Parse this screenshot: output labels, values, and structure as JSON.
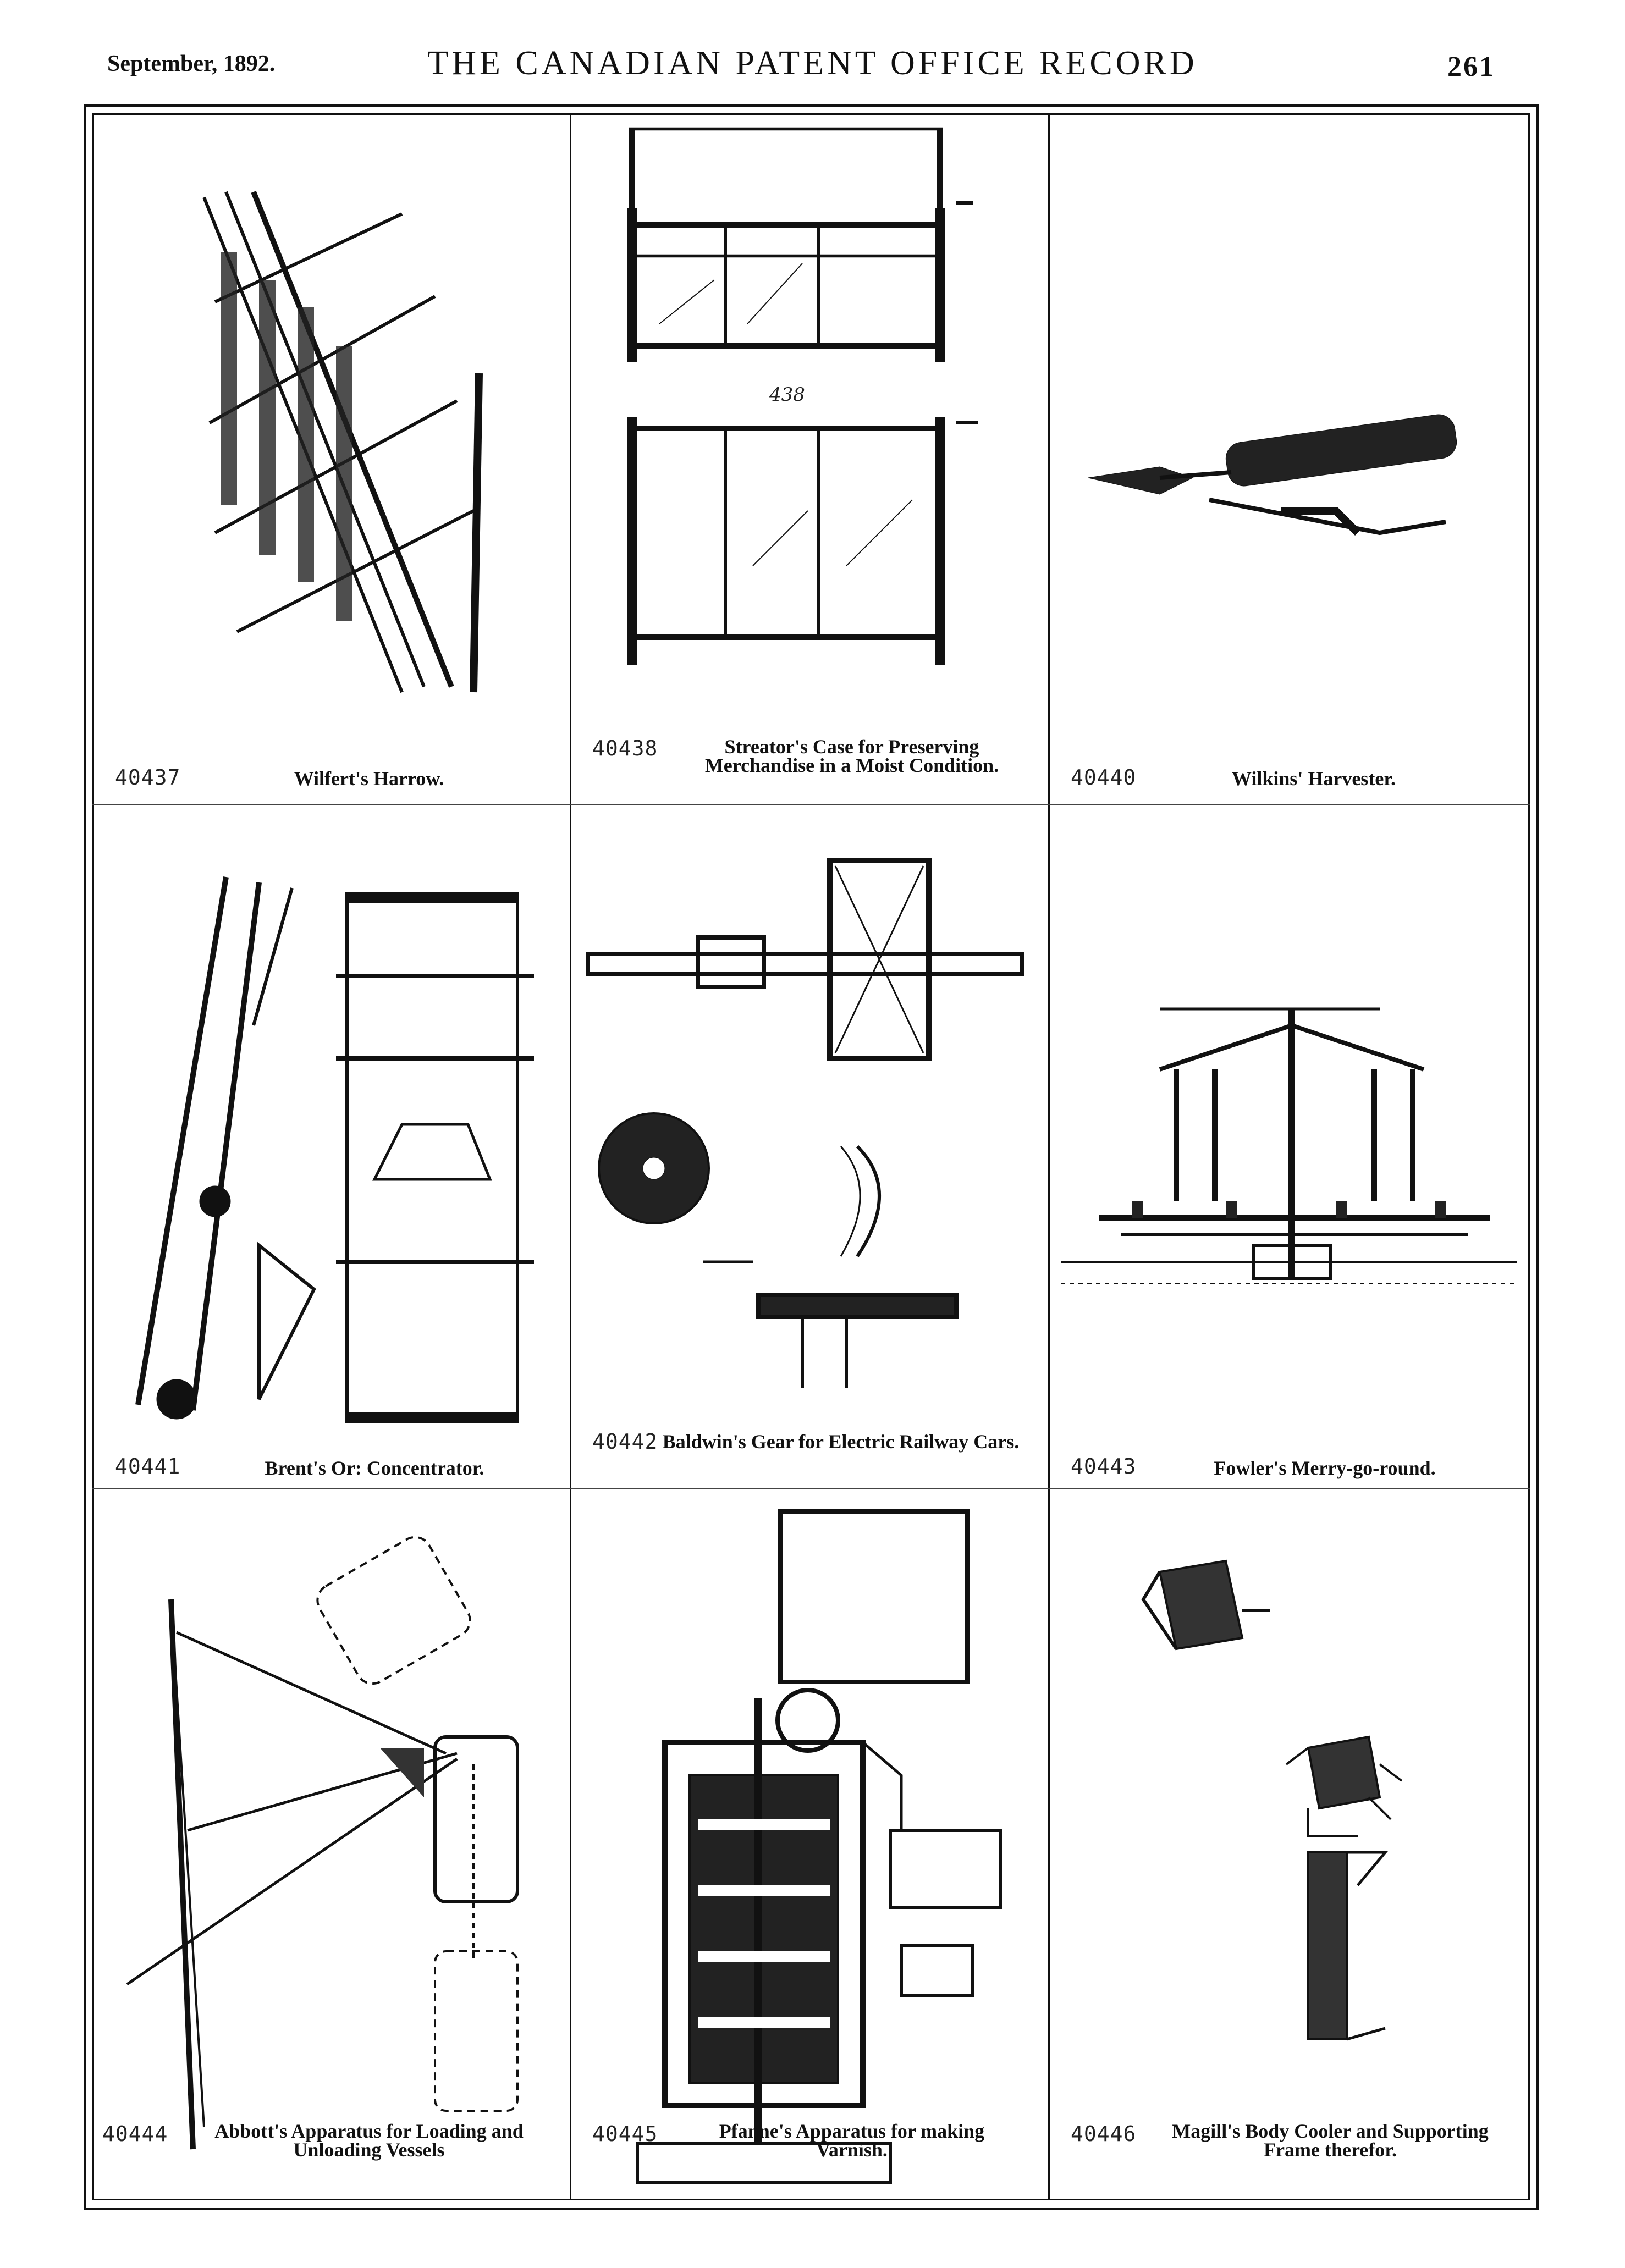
{
  "header": {
    "date": "September, 1892.",
    "title": "THE CANADIAN PATENT OFFICE RECORD",
    "page_number": "261"
  },
  "patents": [
    {
      "number": "40437",
      "title": "Wilfert's Harrow.",
      "drawing": "harrow",
      "labels": []
    },
    {
      "number": "40438",
      "title": "Streator's Case for Preserving Merchandise in a Moist Condition.",
      "drawing": "display-case",
      "labels": [
        "438"
      ]
    },
    {
      "number": "40440",
      "title": "Wilkins' Harvester.",
      "drawing": "harvester",
      "labels": []
    },
    {
      "number": "40441",
      "title": "Brent's Or: Concentrator.",
      "drawing": "ore-concentrator",
      "labels": []
    },
    {
      "number": "40442",
      "title": "Baldwin's Gear for Electric Railway Cars.",
      "drawing": "railway-gear",
      "labels": []
    },
    {
      "number": "40443",
      "title": "Fowler's Merry-go-round.",
      "drawing": "merry-go-round",
      "labels": []
    },
    {
      "number": "40444",
      "title": "Abbott's Apparatus for Loading and Unloading Vessels",
      "drawing": "loading-apparatus",
      "labels": []
    },
    {
      "number": "40445",
      "title": "Pfanne's Apparatus for making Varnish.",
      "drawing": "varnish-apparatus",
      "labels": []
    },
    {
      "number": "40446",
      "title": "Magill's Body Cooler and Supporting Frame therefor.",
      "drawing": "body-cooler",
      "labels": []
    }
  ]
}
